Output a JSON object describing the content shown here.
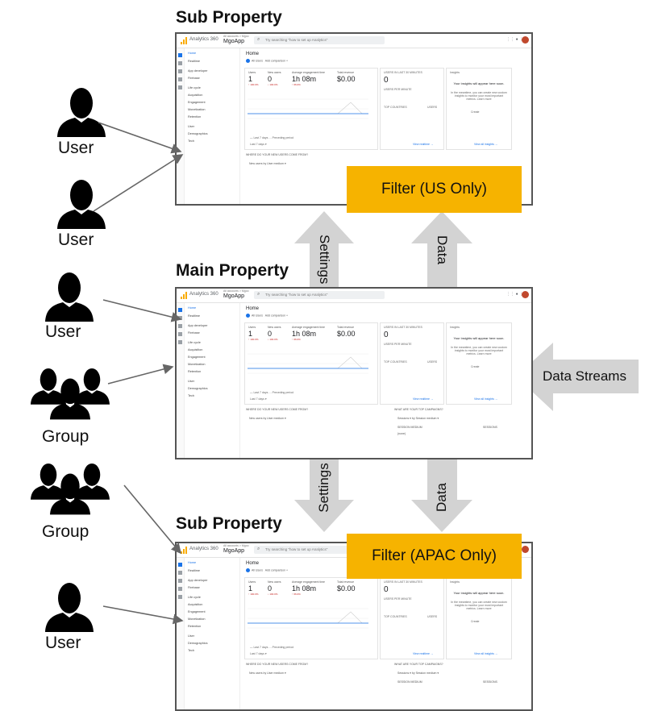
{
  "diagram": {
    "headings": {
      "sub_property_top": "Sub Property",
      "main_property": "Main Property",
      "sub_property_bottom": "Sub Property"
    },
    "actors": {
      "user_1": "User",
      "user_2": "User",
      "user_3": "User",
      "group_1": "Group",
      "group_2": "Group",
      "user_4": "User"
    },
    "filters": {
      "top": "Filter (US Only)",
      "bottom": "Filter (APAC Only)"
    },
    "arrow_labels": {
      "settings_up": "Settings",
      "data_up": "Data",
      "settings_down": "Settings",
      "data_down": "Data",
      "data_streams": "Data Streams"
    },
    "colors": {
      "filter_box": "#f6b300",
      "big_arrow": "#d3d3d3",
      "connector": "#666666"
    }
  },
  "analytics_ui": {
    "product_name": "Analytics 360",
    "breadcrumb": "All accounts > Mgoo",
    "app_name": "MgoApp",
    "search_placeholder": "Try searching \"how to set up Analytics\"",
    "nav_items": [
      "Home",
      "Realtime",
      "App developer",
      "Firebase",
      "Life cycle",
      "Acquisition",
      "Engagement",
      "Monetization",
      "Retention",
      "User",
      "Demographics",
      "Tech"
    ],
    "home_title": "Home",
    "chip_all_users": "All Users",
    "chip_add_comparison": "Add comparison +",
    "metrics": [
      {
        "label": "Users",
        "value": "1",
        "delta": "↑ 100.0%"
      },
      {
        "label": "New users",
        "value": "0",
        "delta": "↓ 100.0%"
      },
      {
        "label": "Average engagement time",
        "value": "1h 08m",
        "delta": "↑ 66.0%"
      },
      {
        "label": "Total revenue",
        "value": "$0.00",
        "delta": ""
      }
    ],
    "chart_legend": "— Last 7 days  - - Preceding period",
    "date_range": "Last 7 days ▾",
    "realtime_title": "USERS IN LAST 30 MINUTES",
    "realtime_value": "0",
    "realtime_sub": "USERS PER MINUTE",
    "top_countries": "TOP COUNTRIES",
    "users_col": "USERS",
    "view_realtime": "View realtime →",
    "insights_label": "Insights",
    "insights_title": "Your insights will appear here soon.",
    "insights_body": "In the meantime, you can create new custom insights to monitor your most important metrics. Learn more",
    "insights_create": "Create",
    "view_insights": "View all insights →",
    "where_new_users": "WHERE DO YOUR NEW USERS COME FROM?",
    "new_users_by": "New users by User medium ▾",
    "top_campaigns": "WHAT ARE YOUR TOP CAMPAIGNS?",
    "sessions_by": "Sessions ▾ by Session medium ▾",
    "session_medium": "SESSION MEDIUM",
    "sessions_col": "SESSIONS",
    "sessions_row": "(none)"
  }
}
